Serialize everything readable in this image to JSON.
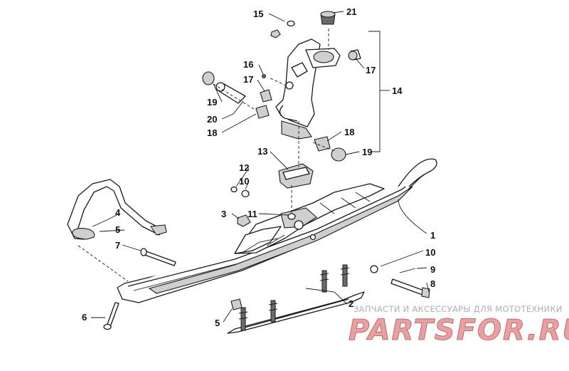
{
  "callouts": {
    "c1": "1",
    "c2": "2",
    "c3": "3",
    "c4": "4",
    "c5a": "5",
    "c5b": "5",
    "c6": "6",
    "c7": "7",
    "c8": "8",
    "c9": "9",
    "c10a": "10",
    "c10b": "10",
    "c11": "11",
    "c12": "12",
    "c13": "13",
    "c14": "14",
    "c15": "15",
    "c16": "16",
    "c17a": "17",
    "c17b": "17",
    "c18a": "18",
    "c18b": "18",
    "c19a": "19",
    "c19b": "19",
    "c20": "20",
    "c21": "21"
  },
  "watermark": {
    "tagline": "ЗАПЧАСТИ И АКСЕССУАРЫ ДЛЯ МОТОТЕХНИКИ",
    "brand_main": "PARTSFOR",
    "brand_tld": ".RU",
    "color": "#e8a0a0",
    "outline_color": "#c05050"
  }
}
